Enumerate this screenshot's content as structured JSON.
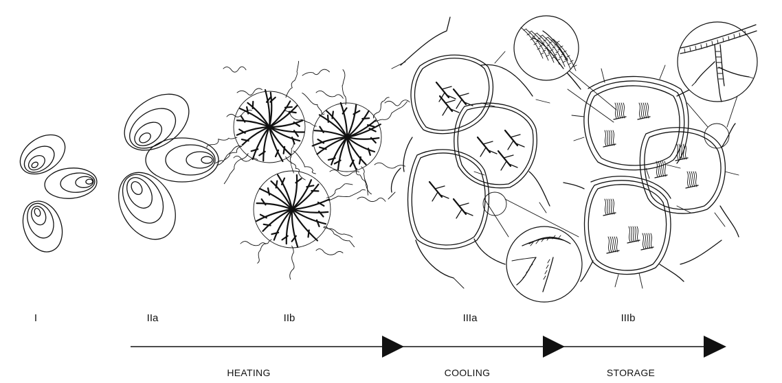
{
  "diagram": {
    "stage_labels": [
      "I",
      "IIa",
      "IIb",
      "IIIa",
      "IIIb"
    ],
    "phase_labels": [
      "HEATING",
      "COOLING",
      "STORAGE"
    ]
  },
  "colors": {
    "ink": "#111111",
    "background": "#ffffff"
  }
}
